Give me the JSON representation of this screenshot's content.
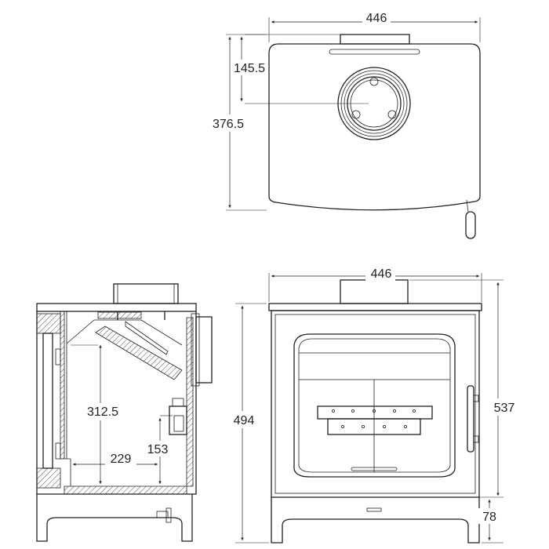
{
  "top_view": {
    "width_label": "446",
    "flue_offset_label": "145.5",
    "depth_label": "376.5"
  },
  "side_section": {
    "firebox_height_label": "312.5",
    "grate_depth_label": "229",
    "air_inlet_height_label": "153"
  },
  "front_view": {
    "width_label": "446",
    "height_left_label": "494",
    "height_right_label": "537",
    "leg_height_label": "78"
  },
  "colors": {
    "line": "#231f20",
    "background": "#ffffff"
  }
}
